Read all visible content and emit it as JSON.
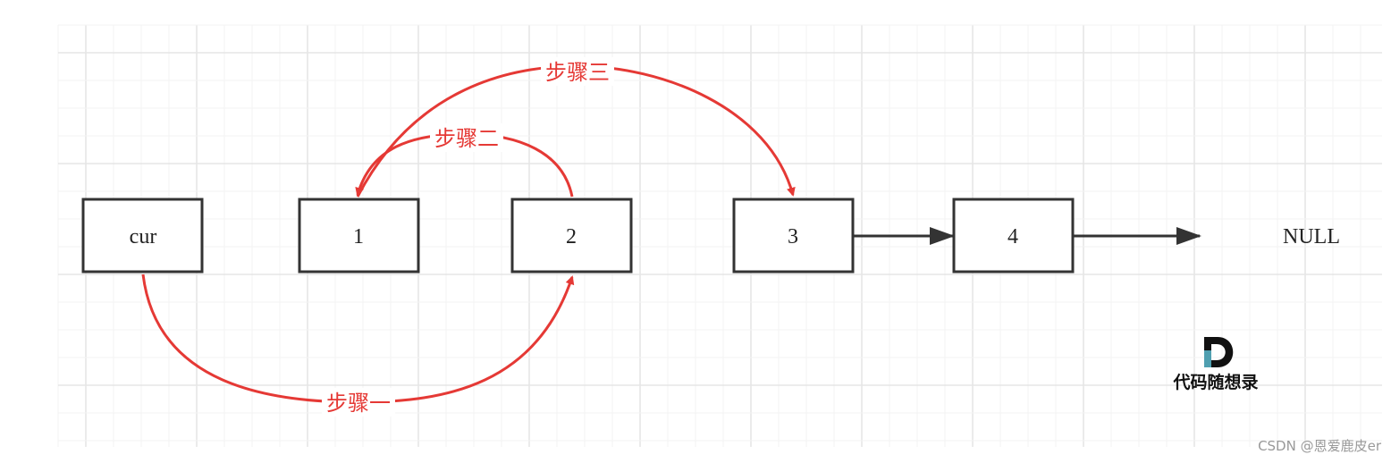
{
  "diagram": {
    "nodes": [
      {
        "id": "cur",
        "label": "cur"
      },
      {
        "id": "n1",
        "label": "1"
      },
      {
        "id": "n2",
        "label": "2"
      },
      {
        "id": "n3",
        "label": "3"
      },
      {
        "id": "n4",
        "label": "4"
      }
    ],
    "null_label": "NULL",
    "steps": [
      {
        "label": "步骤一",
        "from": "cur",
        "to": "n2"
      },
      {
        "label": "步骤二",
        "from": "n2",
        "to": "n1"
      },
      {
        "label": "步骤三",
        "from": "n1",
        "to": "n3"
      }
    ],
    "links": [
      {
        "from": "n3",
        "to": "n4"
      },
      {
        "from": "n4",
        "to": "NULL"
      }
    ],
    "colors": {
      "step": "#e53935",
      "box": "#333333",
      "grid_major": "#e6e6e6",
      "grid_minor": "#f3f3f3"
    }
  },
  "logo": {
    "text": "代码随想录",
    "icon": "D-letter-icon"
  },
  "watermark": "CSDN @恩爱鹿皮er"
}
